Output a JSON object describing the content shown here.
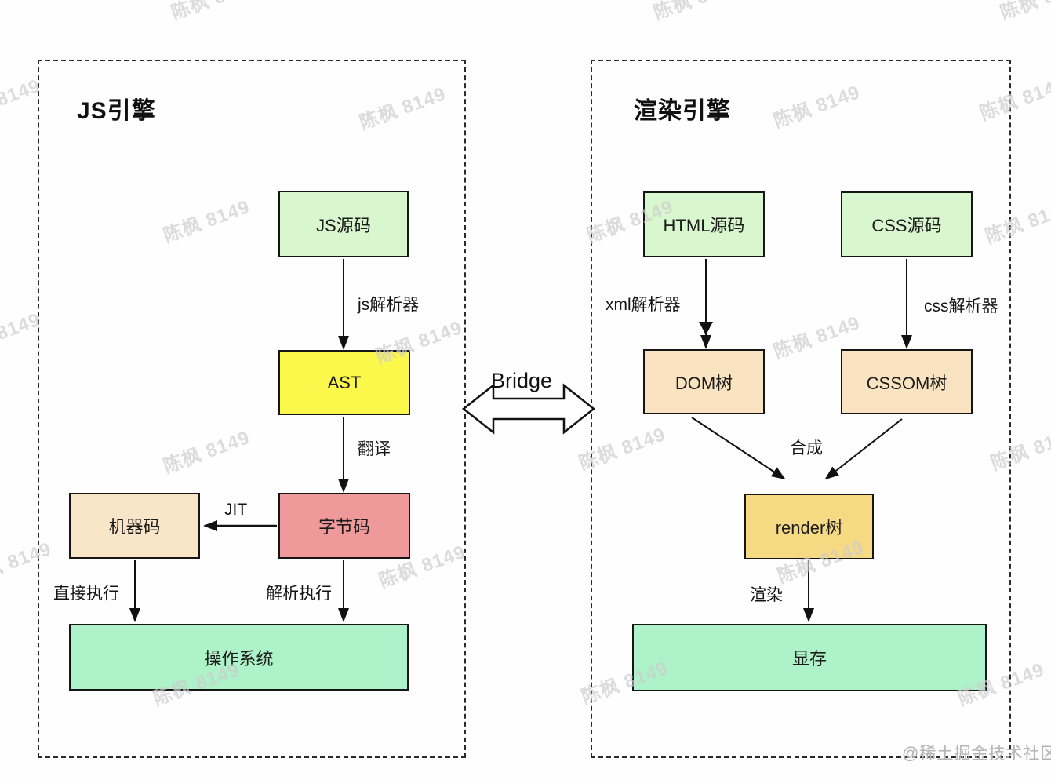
{
  "left_panel": {
    "title": "JS引擎",
    "boxes": {
      "js_source": "JS源码",
      "ast": "AST",
      "bytecode": "字节码",
      "machine_code": "机器码",
      "os": "操作系统"
    },
    "labels": {
      "js_parser": "js解析器",
      "translate": "翻译",
      "jit": "JIT",
      "direct_exec": "直接执行",
      "interpret_exec": "解析执行"
    }
  },
  "bridge": {
    "label": "Bridge"
  },
  "right_panel": {
    "title": "渲染引擎",
    "boxes": {
      "html_source": "HTML源码",
      "css_source": "CSS源码",
      "dom_tree": "DOM树",
      "cssom_tree": "CSSOM树",
      "render_tree": "render树",
      "vram": "显存"
    },
    "labels": {
      "xml_parser": "xml解析器",
      "css_parser": "css解析器",
      "compose": "合成",
      "render": "渲染"
    }
  },
  "watermark": {
    "text": "陈枫 8149",
    "color": "#cdcdcd",
    "positions": [
      [
        215,
        -22
      ],
      [
        830,
        -22
      ],
      [
        1272,
        -22
      ],
      [
        -62,
        108
      ],
      [
        455,
        118
      ],
      [
        983,
        116
      ],
      [
        1246,
        106
      ],
      [
        205,
        262
      ],
      [
        745,
        262
      ],
      [
        1253,
        263
      ],
      [
        -62,
        406
      ],
      [
        476,
        416
      ],
      [
        983,
        410
      ],
      [
        205,
        556
      ],
      [
        735,
        552
      ],
      [
        1260,
        552
      ],
      [
        -48,
        698
      ],
      [
        480,
        702
      ],
      [
        988,
        696
      ],
      [
        192,
        852
      ],
      [
        738,
        850
      ],
      [
        1218,
        852
      ]
    ]
  },
  "attribution": "@稀土掘金技术社区",
  "colors": {
    "source_green": "#d8f7cf",
    "ast_yellow": "#fbf84b",
    "bytecode_red": "#f0999b",
    "machine_peach": "#f9e6c8",
    "tree_peach": "#f9e3c1",
    "render_gold": "#f6d983",
    "result_mint": "#adf2c8",
    "wm_color": "#cdcdcd",
    "border": "#1a1a1a"
  }
}
